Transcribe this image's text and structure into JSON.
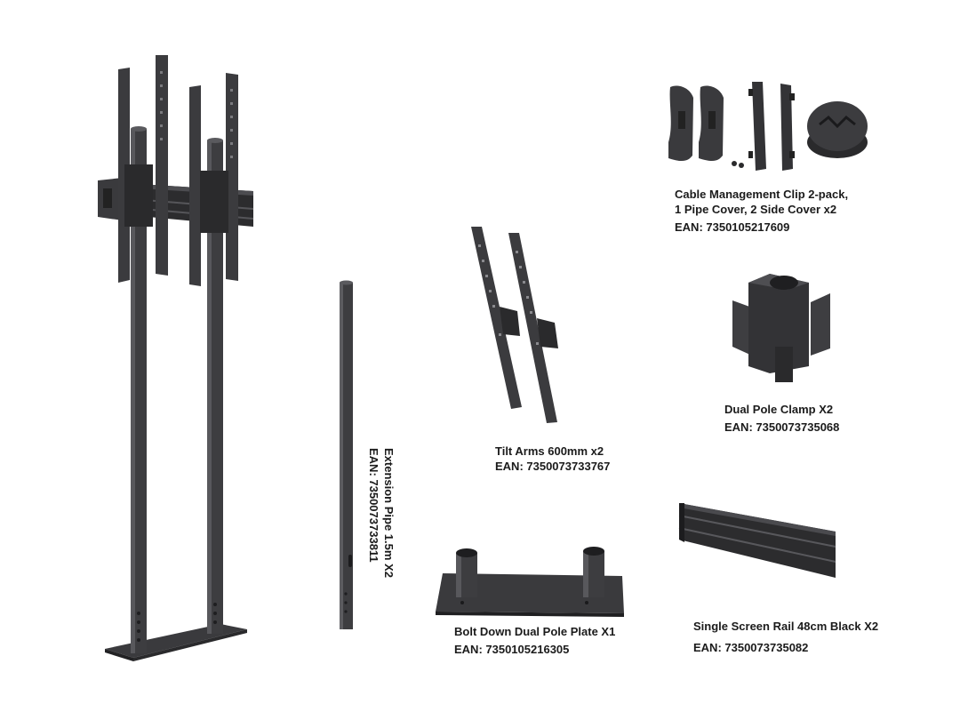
{
  "colors": {
    "metal_dark": "#2f2f31",
    "metal_mid": "#4a4a4d",
    "metal_light": "#6b6b6f",
    "background": "#ffffff",
    "text": "#1b1b1b"
  },
  "products": {
    "cable_clip": {
      "name_line1": "Cable Management Clip 2-pack,",
      "name_line2": "1 Pipe Cover, 2 Side Cover x2",
      "ean": "EAN: 7350105217609"
    },
    "tilt_arms": {
      "name": "Tilt Arms 600mm x2",
      "ean": "EAN: 7350073733767"
    },
    "dual_pole_clamp": {
      "name": "Dual Pole Clamp X2",
      "ean": "EAN: 7350073735068"
    },
    "extension_pipe": {
      "name": "Extension Pipe 1.5m  X2",
      "ean": "EAN: 7350073733811"
    },
    "bolt_down_plate": {
      "name": "Bolt Down Dual Pole Plate X1",
      "ean": "EAN: 7350105216305"
    },
    "screen_rail": {
      "name": "Single Screen Rail 48cm Black X2",
      "ean": "EAN: 7350073735082"
    }
  }
}
